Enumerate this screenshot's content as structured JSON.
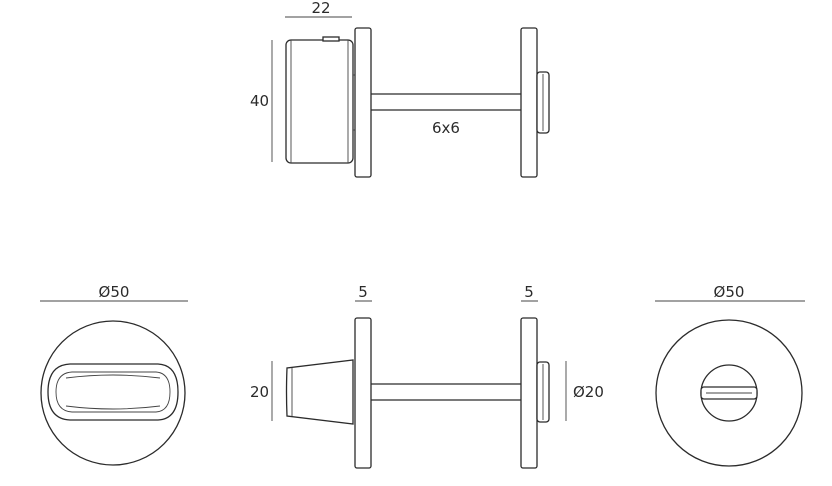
{
  "dimensions": {
    "top_width": "22",
    "top_height": "40",
    "spindle": "6x6",
    "left_diameter": "Ø50",
    "right_diameter": "Ø50",
    "rose_thickness_left": "5",
    "rose_thickness_right": "5",
    "knob_height": "20",
    "indicator_diameter": "Ø20"
  },
  "colors": {
    "line": "#2b2b2b",
    "background": "#ffffff"
  }
}
